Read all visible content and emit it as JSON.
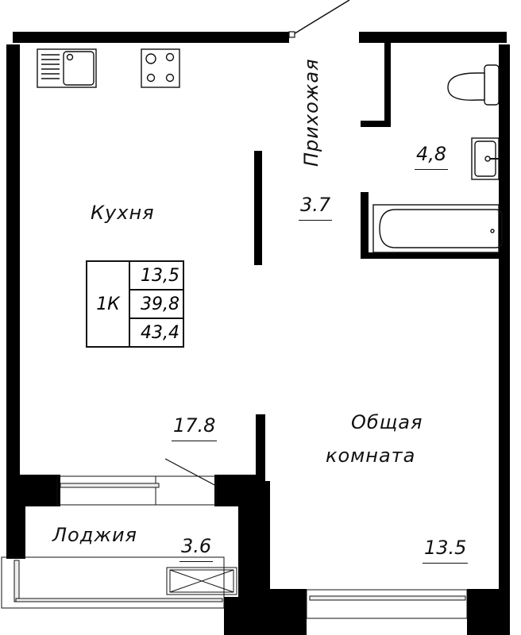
{
  "plan": {
    "title": "1K apartment floor plan",
    "colors": {
      "wall": "#000000",
      "line": "#111111",
      "background": "#ffffff"
    }
  },
  "rooms": {
    "kitchen": {
      "label": "Кухня",
      "area": "17.8"
    },
    "hallway": {
      "label": "Прихожая",
      "area": "3.7"
    },
    "bathroom": {
      "label": "",
      "area": "4,8"
    },
    "living": {
      "label_line1": "Общая",
      "label_line2": "комната",
      "area": "13.5"
    },
    "loggia": {
      "label": "Лоджия",
      "area": "3.6"
    }
  },
  "summary": {
    "type": "1К",
    "living_area": "13,5",
    "total_area": "39,8",
    "total_with_loggia": "43,4"
  },
  "fixtures": [
    "kitchen-sink-icon",
    "stove-icon",
    "toilet-icon",
    "washbasin-icon",
    "bathtub-icon",
    "ventilation-shaft-icon"
  ]
}
